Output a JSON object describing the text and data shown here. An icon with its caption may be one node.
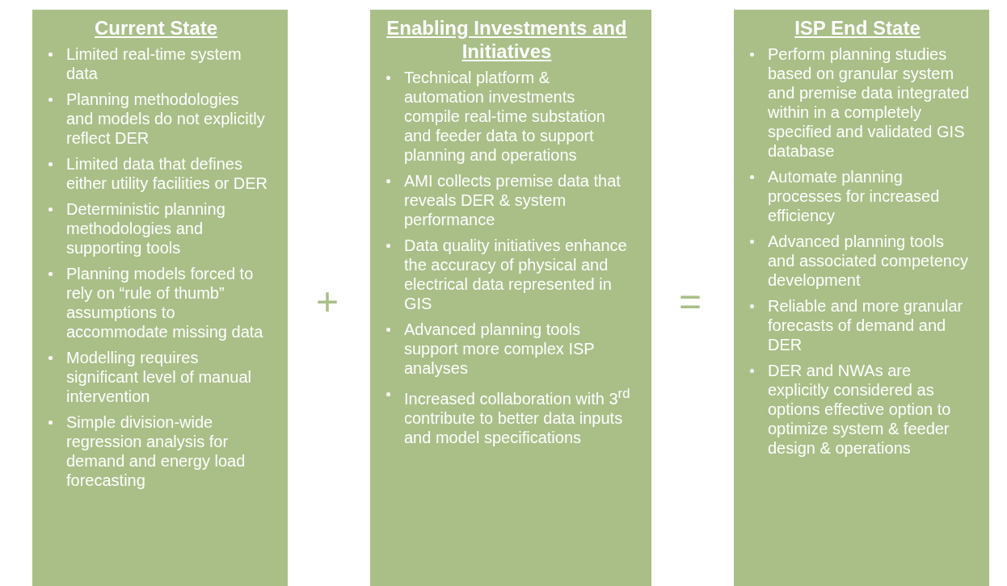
{
  "diagram": {
    "nodes": [
      {
        "text": [
          "Current State",
          "Limited real-time system data",
          "Planning methodologies and models do not explicitly reflect DER",
          "Limited data that defines either utility facilities or DER",
          "Deterministic planning methodologies and supporting tools",
          "Planning models forced to rely on “rule of thumb” assumptions to accommodate missing data",
          "Modelling requires significant level of manual intervention",
          "Simple division-wide regression analysis for demand and energy load forecasting"
        ]
      },
      {
        "text": [
          "Enabling Investments and Initiatives",
          "Technical platform & automation investments compile real-time substation and feeder data to support planning and operations",
          "AMI collects premise data that reveals DER & system performance",
          "Data quality initiatives enhance the accuracy of physical and electrical data represented in GIS",
          "Advanced planning tools support more complex ISP analyses",
          "Increased collaboration with 3$^{rd}$ contribute to better data inputs and model specifications"
        ]
      },
      {
        "text": [
          "ISP End State",
          "Perform planning studies based on granular system and premise data integrated within in a completely specified and validated GIS database",
          "Automate planning processes for increased efficiency",
          "Advanced planning tools and associated competency development",
          "Reliable and more granular forecasts of demand and DER",
          "DER and NWAs are explicitly considered as options effective option to optimize system & feeder design & operations"
        ]
      }
    ],
    "labels": [
      "+",
      "="
    ]
  }
}
